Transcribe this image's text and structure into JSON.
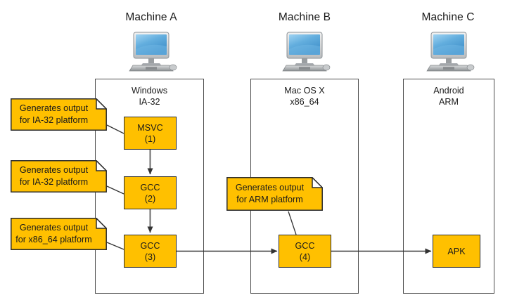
{
  "diagram": {
    "title_hidden": "",
    "colors": {
      "box_fill": "#ffc000",
      "box_stroke": "#2b2b2b",
      "container_stroke": "#4d4d4d",
      "connector": "#333333",
      "note_fill": "#ffc000",
      "screen_blue": "#5ba7dd",
      "background": "#ffffff"
    },
    "machines": [
      {
        "title": "Machine A",
        "icon": "desktop-computer-icon",
        "os_line1": "Windows",
        "os_line2": "IA-32",
        "nodes": [
          {
            "line1": "MSVC",
            "line2": "(1)"
          },
          {
            "line1": "GCC",
            "line2": "(2)"
          },
          {
            "line1": "GCC",
            "line2": "(3)"
          }
        ]
      },
      {
        "title": "Machine B",
        "icon": "desktop-computer-icon",
        "os_line1": "Mac OS X",
        "os_line2": "x86_64",
        "nodes": [
          {
            "line1": "GCC",
            "line2": "(4)"
          }
        ]
      },
      {
        "title": "Machine C",
        "icon": "desktop-computer-icon",
        "os_line1": "Android",
        "os_line2": "ARM",
        "nodes": [
          {
            "line1": "APK",
            "line2": ""
          }
        ]
      }
    ],
    "notes": [
      {
        "line1": "Generates output",
        "line2": "for IA-32 platform"
      },
      {
        "line1": "Generates output",
        "line2": "for IA-32 platform"
      },
      {
        "line1": "Generates output",
        "line2": "for x86_64 platform"
      },
      {
        "line1": "Generates output",
        "line2": "for ARM platform"
      }
    ]
  }
}
